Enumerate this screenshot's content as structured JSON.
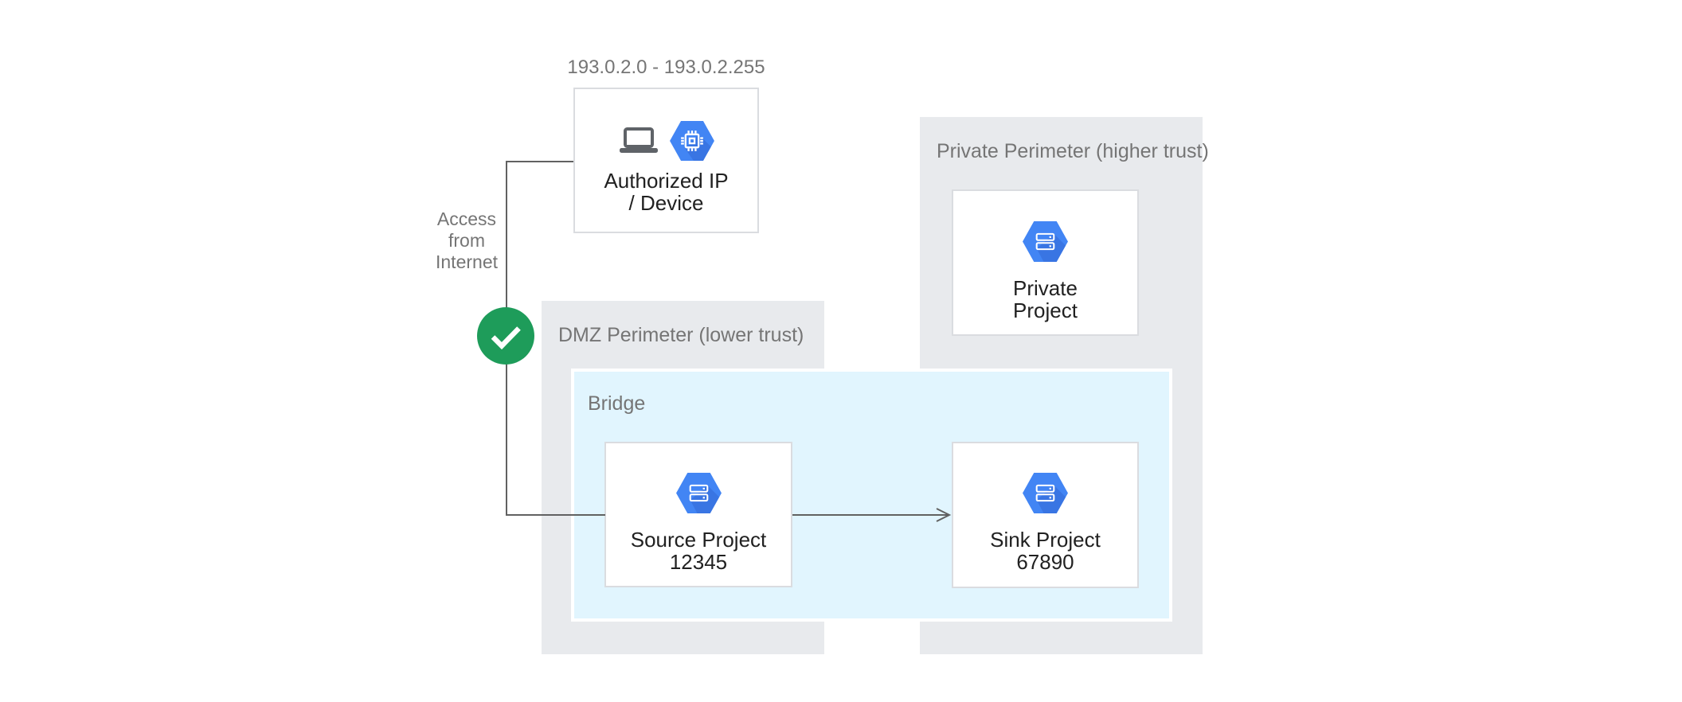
{
  "labels": {
    "ip_range": "193.0.2.0 - 193.0.2.255",
    "access": [
      "Access",
      "from",
      "Internet"
    ]
  },
  "containers": {
    "dmz": {
      "label": "DMZ Perimeter (lower trust)"
    },
    "bridge": {
      "label": "Bridge"
    },
    "private_perimeter": {
      "label": "Private Perimeter (higher trust)"
    }
  },
  "nodes": {
    "authorized": {
      "line1": "Authorized IP",
      "line2": "/ Device"
    },
    "source": {
      "line1": "Source Project",
      "line2": "12345"
    },
    "sink": {
      "line1": "Sink Project",
      "line2": "67890"
    },
    "private": {
      "line1": "Private",
      "line2": "Project"
    }
  },
  "icons": {
    "authorized": [
      "laptop-icon",
      "compute-chip-hexagon-icon"
    ],
    "projects": "storage-hexagon-icon",
    "status": "check-circle-icon"
  },
  "colors": {
    "hexagon_blue": "#4285F4",
    "hexagon_shadow": "#3367D6",
    "check_green": "#1E9C5A",
    "perimeter_gray": "#E8EAED",
    "bridge_blue": "#E1F5FE",
    "node_border": "#DADCE0",
    "connector_gray": "#616161",
    "laptop_gray": "#5F6368",
    "text_dark": "#212121",
    "text_gray": "#757575"
  }
}
